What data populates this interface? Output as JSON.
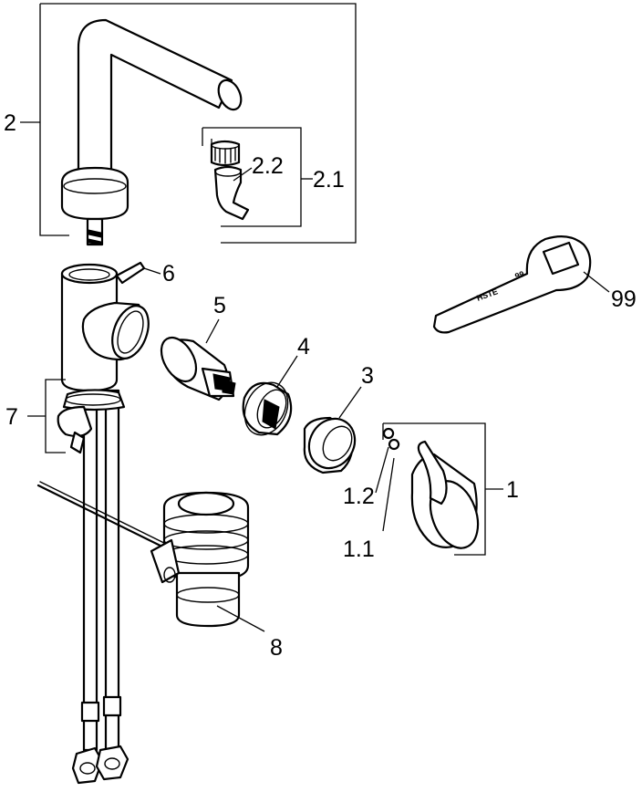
{
  "labels": {
    "l2": "2",
    "l2_1": "2.1",
    "l2_2": "2.2",
    "l6": "6",
    "l5": "5",
    "l4": "4",
    "l3": "3",
    "l99": "99",
    "l7": "7",
    "l1": "1",
    "l1_2": "1.2",
    "l1_1": "1.1",
    "l8": "8"
  },
  "wrench_text": {
    "brand": "HSTE",
    "num": "99"
  }
}
